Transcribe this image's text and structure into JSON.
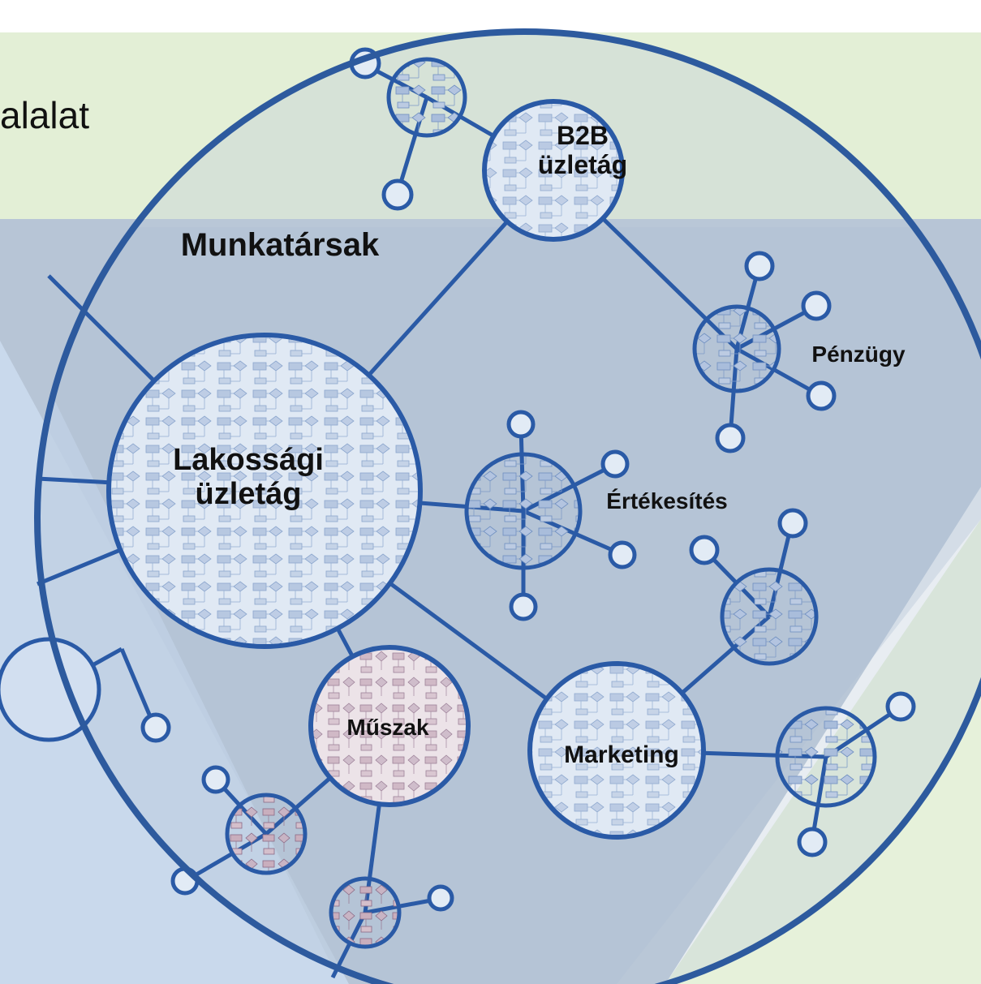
{
  "corner_text": "alalat",
  "people_label": "Munkatársak",
  "units": [
    {
      "id": "lakossagi",
      "lines": [
        "Lakossági",
        "üzletág"
      ]
    },
    {
      "id": "b2b",
      "lines": [
        "B2B",
        "üzletág"
      ]
    },
    {
      "id": "penzugy",
      "lines": [
        "Pénzügy"
      ]
    },
    {
      "id": "ertekesites",
      "lines": [
        "Értékesítés"
      ]
    },
    {
      "id": "muszak",
      "lines": [
        "Műszak"
      ]
    },
    {
      "id": "marketing",
      "lines": [
        "Marketing"
      ]
    }
  ],
  "colors": {
    "ring": "#2d5a9e",
    "node_stroke": "#2a5aa6",
    "band_green": "#e4f0d8",
    "band_blue": "#b9c7d8",
    "band_light_blue": "#c8d8ec",
    "inner_fill": "#c9d7e8",
    "node_fill": "#dfe8f3",
    "muszak_fill": "#e8dfe4"
  }
}
